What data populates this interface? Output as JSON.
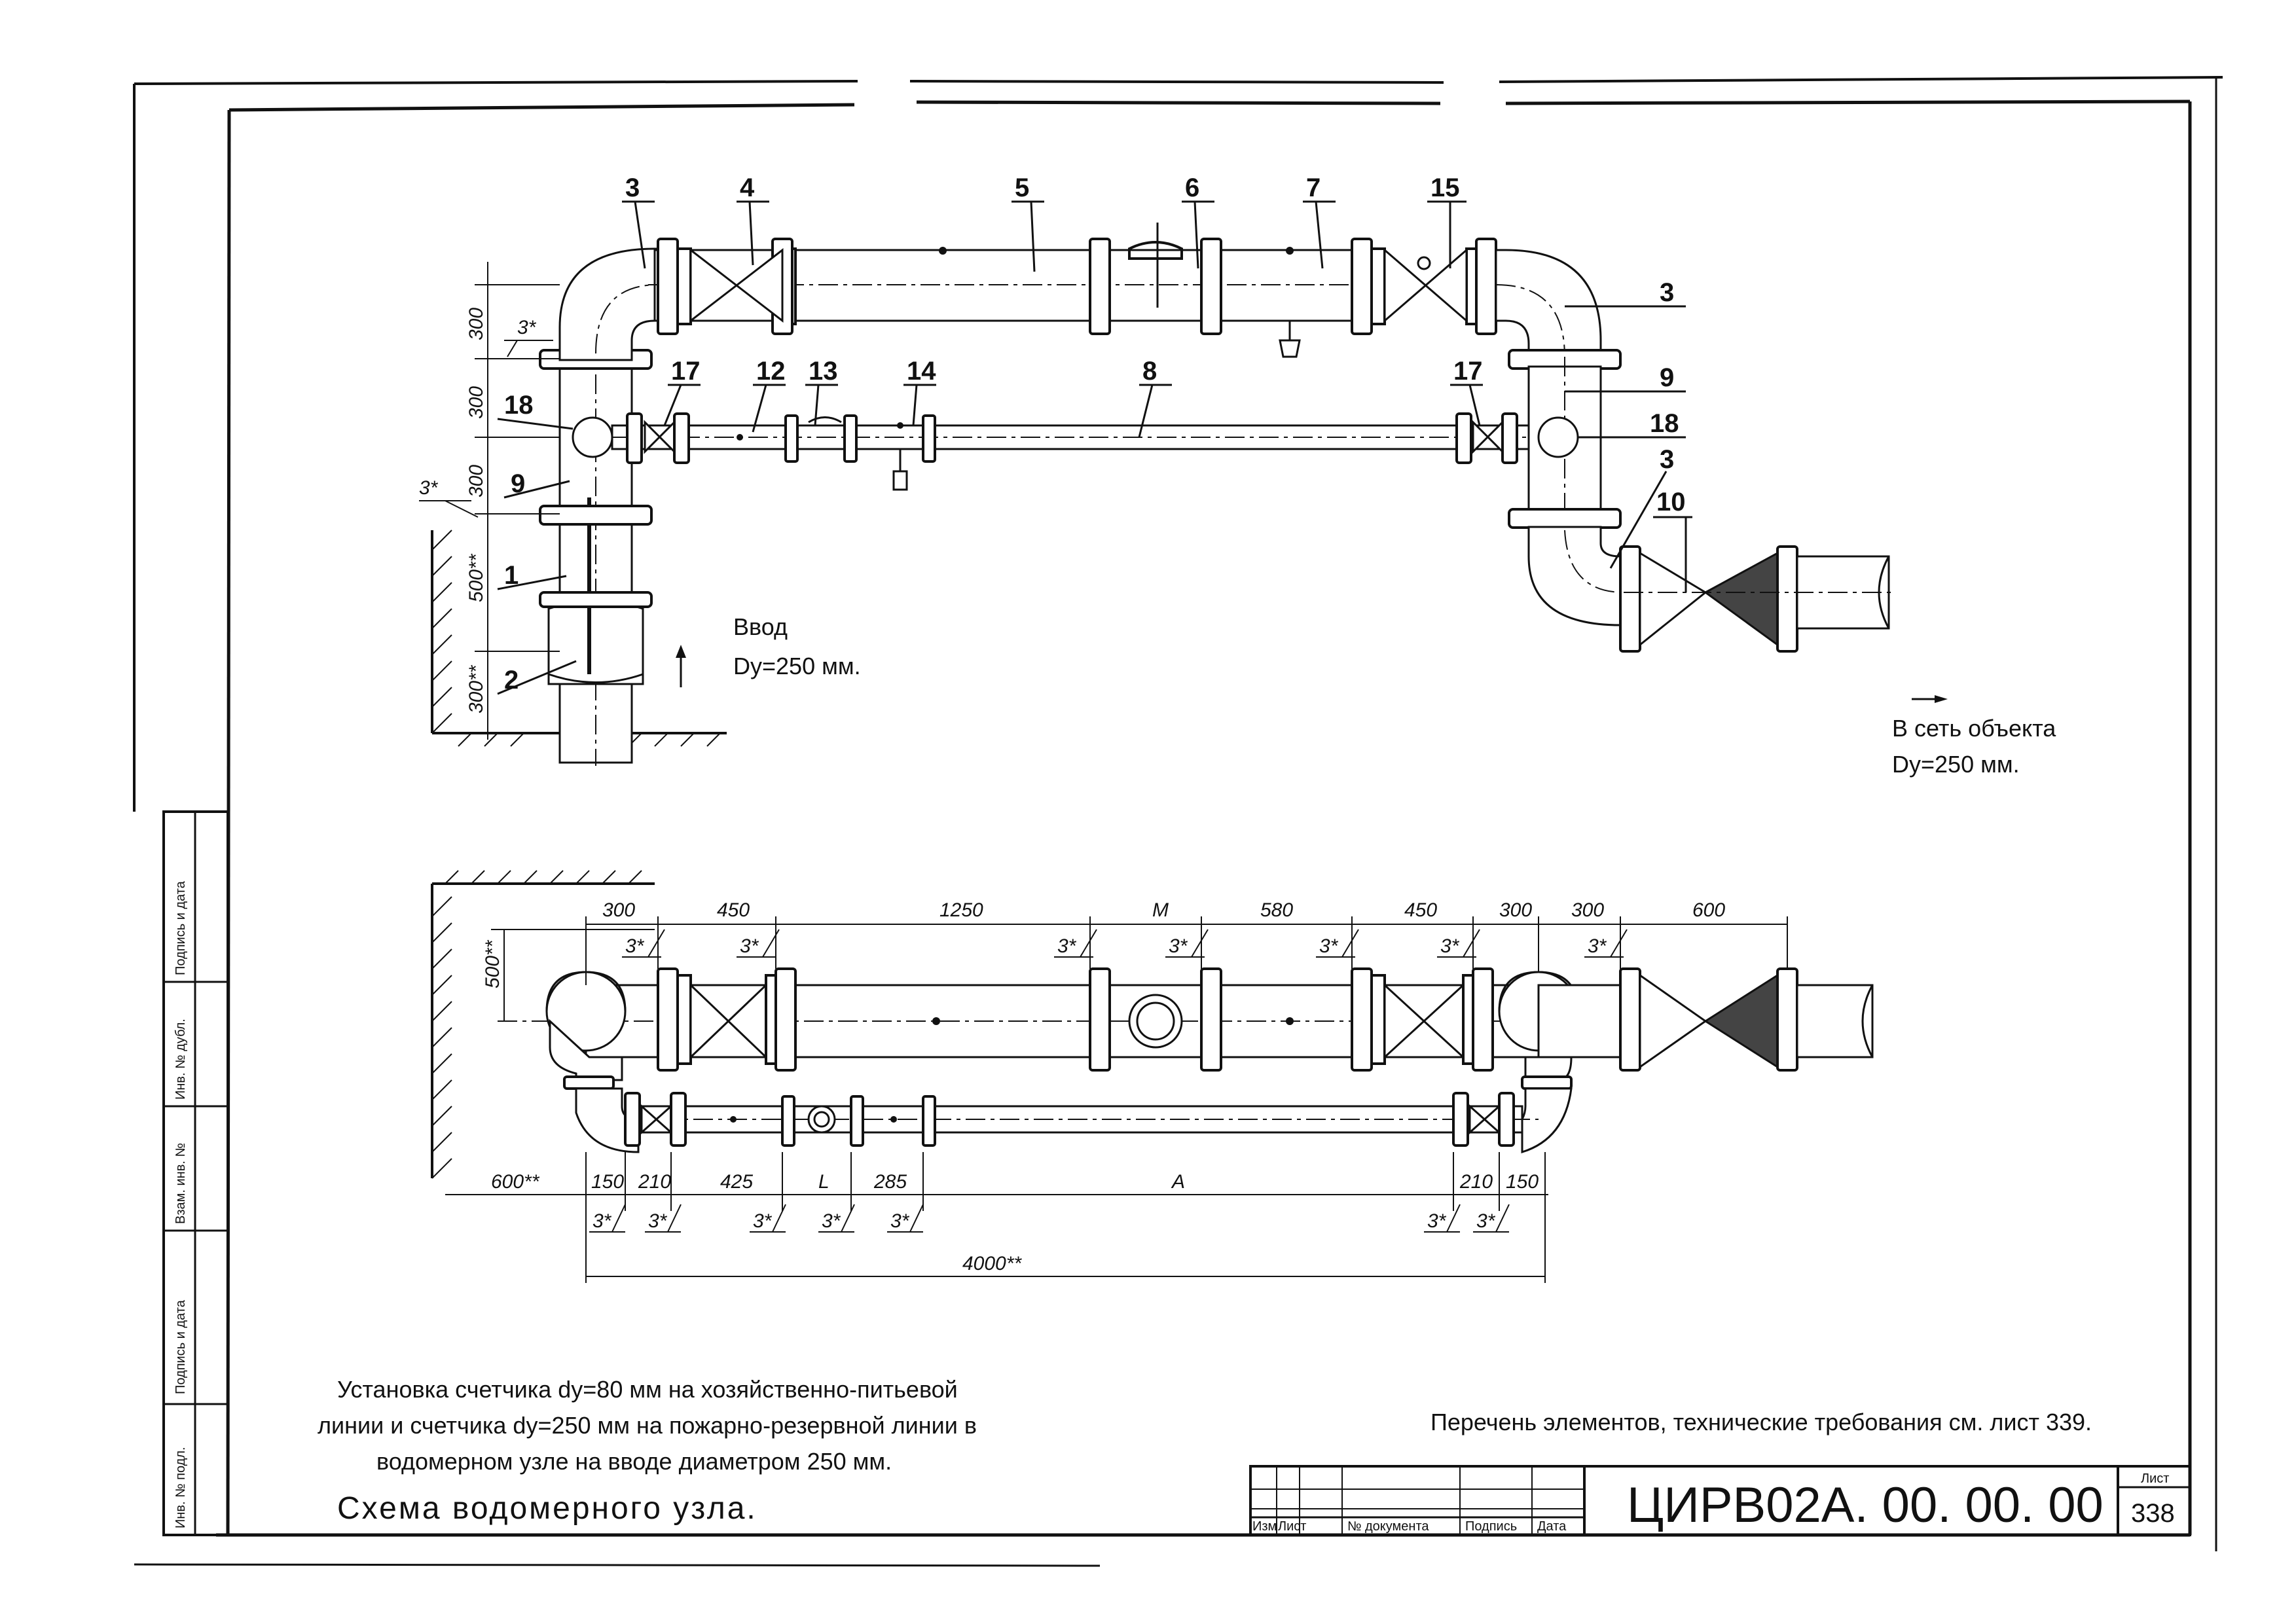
{
  "item_labels": {
    "top": [
      "3",
      "4",
      "5",
      "6",
      "7",
      "15"
    ],
    "right_3": "3",
    "right_9": "9",
    "right_18": "18",
    "right_3b": "3",
    "right_10": "10",
    "left_18": "18",
    "left_9": "9",
    "left_1": "1",
    "left_2": "2",
    "mid": [
      "17",
      "12",
      "13",
      "14",
      "8",
      "17"
    ]
  },
  "weld_mark": "3*",
  "left_dims": [
    "300",
    "300",
    "300",
    "500**",
    "300**"
  ],
  "inlet_text": {
    "line1": "Ввод",
    "line2": "Dy=250 мм."
  },
  "outlet_text": {
    "line1": "В сеть объекта",
    "line2": "Dy=250 мм."
  },
  "plan_dims_top": [
    "300",
    "450",
    "1250",
    "M",
    "580",
    "450",
    "300",
    "300",
    "600"
  ],
  "plan_dim_left": "500**",
  "plan_dims_bottom": [
    "600**",
    "150",
    "210",
    "425",
    "L",
    "285",
    "A",
    "210",
    "150"
  ],
  "plan_dim_total": "4000**",
  "description": [
    "Установка счетчика dy=80 мм на хозяйственно-питьевой",
    "линии и счетчика dy=250 мм на пожарно-резервной линии в",
    "водомерном узле на вводе диаметром 250 мм."
  ],
  "diagram_title": "Схема водомерного узла.",
  "reference_note": "Перечень элементов, технические требования см. лист 339.",
  "stamp": {
    "columns": [
      "Изм",
      "Лист",
      "№ документа",
      "Подпись",
      "Дата"
    ],
    "designation": "ЦИРВ02А. 00. 00. 00",
    "sheet_label": "Лист",
    "sheet_number": "338"
  },
  "side_stamp": [
    "Подпись и дата",
    "Инв. № дубл.",
    "Взам. инв. №",
    "Подпись и дата",
    "Инв. № подл."
  ]
}
